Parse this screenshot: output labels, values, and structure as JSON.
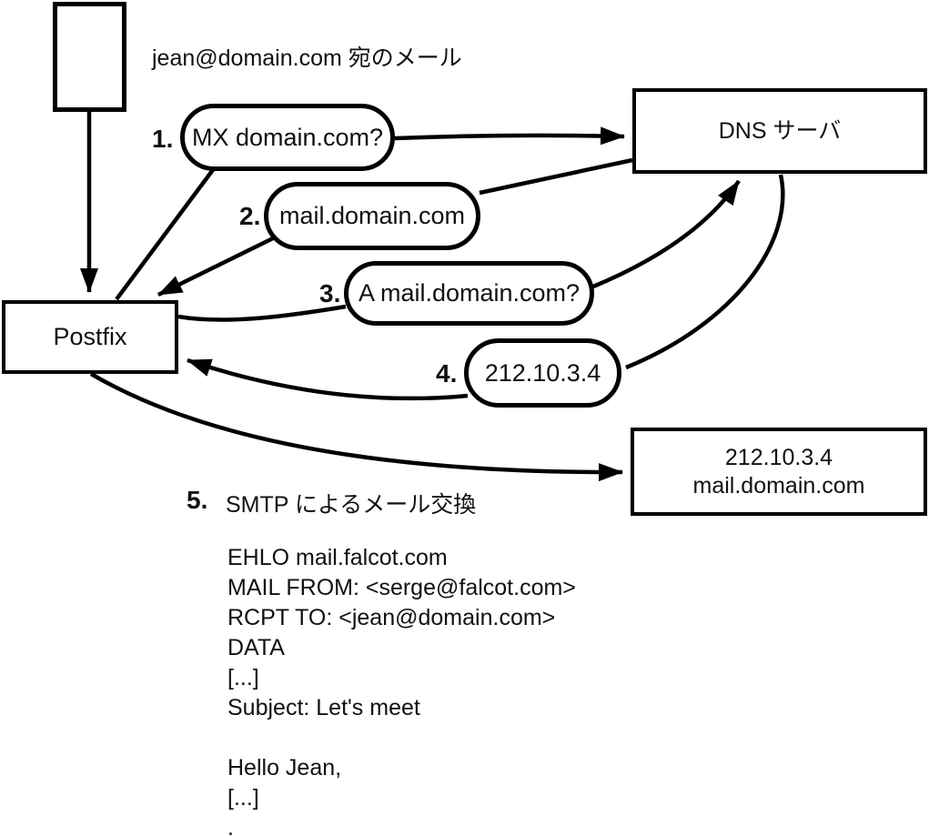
{
  "diagram": {
    "title_label": "jean@domain.com 宛のメール",
    "nodes": {
      "postfix": "Postfix",
      "dns_server": "DNS サーバ",
      "mail_server_line1": "212.10.3.4",
      "mail_server_line2": "mail.domain.com"
    },
    "steps": [
      {
        "num": "1.",
        "label": "MX domain.com?"
      },
      {
        "num": "2.",
        "label": "mail.domain.com"
      },
      {
        "num": "3.",
        "label": "A mail.domain.com?"
      },
      {
        "num": "4.",
        "label": "212.10.3.4"
      },
      {
        "num": "5.",
        "label": "SMTP によるメール交換"
      }
    ],
    "smtp_session": [
      "EHLO mail.falcot.com",
      "MAIL FROM: <serge@falcot.com>",
      "RCPT TO: <jean@domain.com>",
      "DATA",
      "[...]",
      "Subject: Let's meet",
      "",
      "Hello Jean,",
      "[...]",
      "."
    ]
  },
  "colors": {
    "line": "#000000",
    "background": "#ffffff"
  }
}
